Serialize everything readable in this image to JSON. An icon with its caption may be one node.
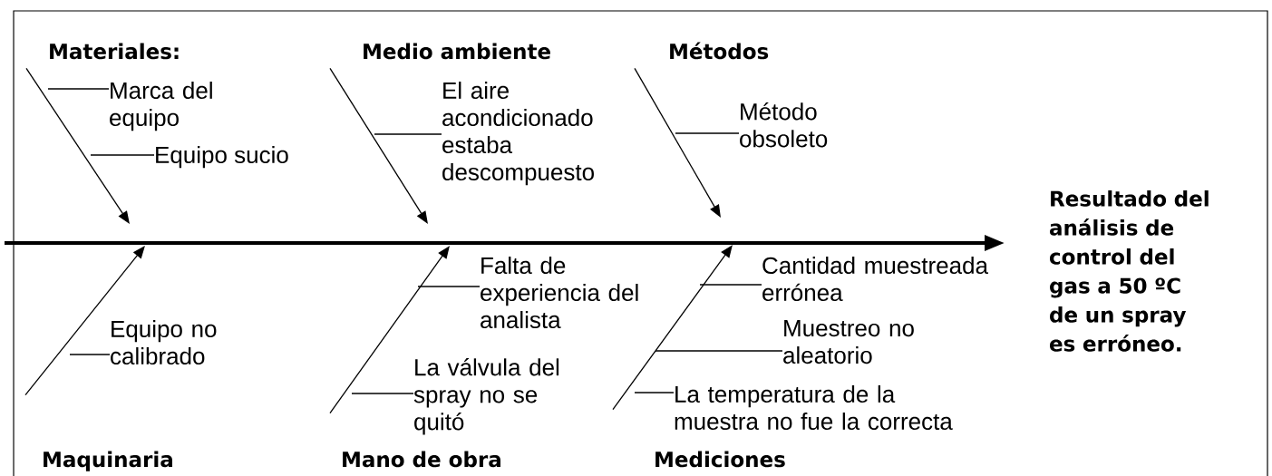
{
  "diagram": {
    "nodes": [
      {
        "text": [
          "Materiales:"
        ]
      },
      {
        "text": [
          "Medio ambiente"
        ]
      },
      {
        "text": [
          "Métodos"
        ]
      },
      {
        "text": [
          "Marca del equipo"
        ]
      },
      {
        "text": [
          "El aire acondicionado estaba descompuesto"
        ]
      },
      {
        "text": [
          "Método obsoleto"
        ]
      },
      {
        "text": [
          "Equipo sucio"
        ]
      },
      {
        "text": [
          "Resultado del análisis de control del gas a 50 ºC de un spray es erróneo."
        ]
      },
      {
        "text": [
          "Falta de experiencia del analista"
        ]
      },
      {
        "text": [
          "Cantidad muestreada errónea"
        ]
      },
      {
        "text": [
          "Equipo no calibrado"
        ]
      },
      {
        "text": [
          "Muestreo no aleatorio"
        ]
      },
      {
        "text": [
          "La válvula del spray no se quitó"
        ]
      },
      {
        "text": [
          "La temperatura de la muestra no fue la correcta"
        ]
      },
      {
        "text": [
          "Maquinaria"
        ]
      },
      {
        "text": [
          "Mano de obra"
        ]
      },
      {
        "text": [
          "Mediciones"
        ]
      }
    ],
    "edges": [
      {
        "from": null,
        "to": 7,
        "arrow": "to",
        "style": "thick"
      },
      {
        "from": 0,
        "to": null,
        "arrow": "to"
      },
      {
        "from": 1,
        "to": null,
        "arrow": "to"
      },
      {
        "from": 2,
        "to": null,
        "arrow": "to"
      },
      {
        "from": 14,
        "to": null,
        "arrow": "to"
      },
      {
        "from": 15,
        "to": null,
        "arrow": "to"
      },
      {
        "from": 16,
        "to": null,
        "arrow": "to"
      },
      {
        "from": 3,
        "to": null,
        "arrow": "none"
      },
      {
        "from": 6,
        "to": null,
        "arrow": "none"
      },
      {
        "from": 4,
        "to": null,
        "arrow": "none"
      },
      {
        "from": 5,
        "to": null,
        "arrow": "none"
      },
      {
        "from": 10,
        "to": null,
        "arrow": "none"
      },
      {
        "from": 8,
        "to": null,
        "arrow": "none"
      },
      {
        "from": 12,
        "to": null,
        "arrow": "none"
      },
      {
        "from": 9,
        "to": null,
        "arrow": "none"
      },
      {
        "from": 11,
        "to": null,
        "arrow": "none"
      },
      {
        "from": 13,
        "to": null,
        "arrow": "none"
      }
    ]
  }
}
